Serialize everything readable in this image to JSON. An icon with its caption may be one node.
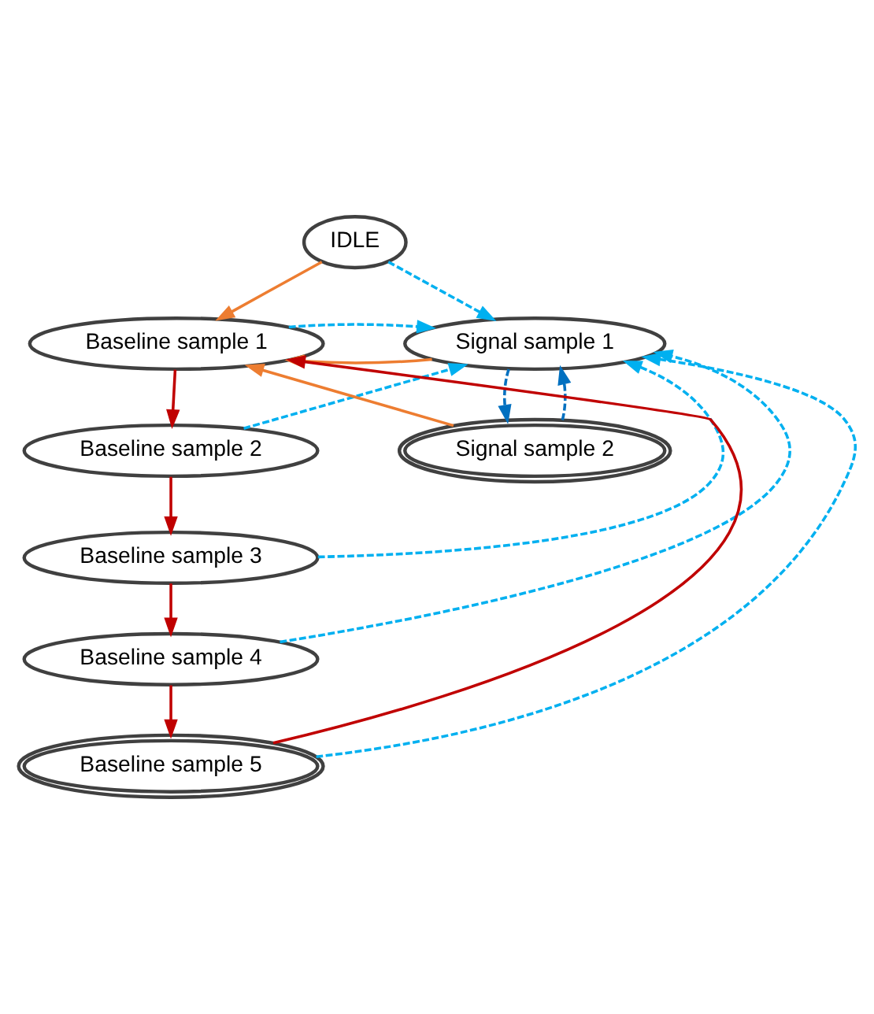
{
  "diagram": {
    "nodes": [
      {
        "text": [
          "IDLE"
        ]
      },
      {
        "text": [
          "Baseline sample 1"
        ]
      },
      {
        "text": [
          "Signal sample 1"
        ]
      },
      {
        "text": [
          "Baseline sample 2"
        ]
      },
      {
        "text": [
          "Signal sample 2"
        ]
      },
      {
        "text": [
          "Baseline sample 3"
        ]
      },
      {
        "text": [
          "Baseline sample 4"
        ]
      },
      {
        "text": [
          "Baseline sample 5"
        ]
      }
    ],
    "edges": [
      {
        "from": 0,
        "to": 1,
        "arrow": "to",
        "color": "#ed7d31"
      },
      {
        "from": 0,
        "to": 2,
        "arrow": "to",
        "style": "dashed",
        "color": "#00b0f0"
      },
      {
        "from": 2,
        "to": 1,
        "arrow": "to",
        "color": "#ed7d31"
      },
      {
        "from": 1,
        "to": 2,
        "arrow": "to",
        "style": "dashed",
        "color": "#00b0f0"
      },
      {
        "from": 4,
        "to": 1,
        "arrow": "to",
        "color": "#ed7d31"
      },
      {
        "from": 2,
        "to": 4,
        "arrow": "to",
        "style": "dashed",
        "color": "#0070c0"
      },
      {
        "from": 4,
        "to": 2,
        "arrow": "to",
        "style": "dashed",
        "color": "#0070c0"
      },
      {
        "from": 1,
        "to": 3,
        "arrow": "to",
        "color": "#c00000"
      },
      {
        "from": 3,
        "to": 5,
        "arrow": "to",
        "color": "#c00000"
      },
      {
        "from": 5,
        "to": 6,
        "arrow": "to",
        "color": "#c00000"
      },
      {
        "from": 6,
        "to": 7,
        "arrow": "to",
        "color": "#c00000"
      },
      {
        "from": 7,
        "to": 1,
        "arrow": "to",
        "color": "#c00000"
      },
      {
        "from": 3,
        "to": 2,
        "arrow": "to",
        "style": "dashed",
        "color": "#00b0f0"
      },
      {
        "from": 5,
        "to": 2,
        "arrow": "to",
        "style": "dashed",
        "color": "#00b0f0"
      },
      {
        "from": 6,
        "to": 2,
        "arrow": "to",
        "style": "dashed",
        "color": "#00b0f0"
      },
      {
        "from": 7,
        "to": 2,
        "arrow": "to",
        "style": "dashed",
        "color": "#00b0f0"
      }
    ]
  }
}
